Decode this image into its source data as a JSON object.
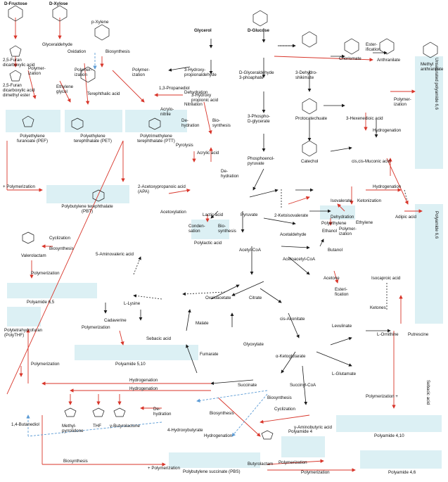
{
  "feedstocks": {
    "fructose": "D-Fructose",
    "xylose": "D-Xylose",
    "xylene": "p-Xylene",
    "glycerol": "Glycerol",
    "glucose": "D-Glucose"
  },
  "compounds": {
    "furan_dicarboxylic": "2,5-Furan\ndicarboxylic acid",
    "furan_dimethyl": "2,5-Furan\ndicarboxylic acid\ndimethyl ester",
    "glyceraldehyde": "Glyceraldehyde",
    "ethylene_glycol": "Ethylene\nglycol",
    "terephthalic": "Terephthalic acid",
    "hydroxypropionaldehyde": "3-Hydroxy-\npropionaldehyde",
    "propanediol": "1,3-Propanediol",
    "acrylonitrile": "Acrylo-\nnitrile",
    "hydroxypropionic": "3-Hydroxy\npropionic acid",
    "g3p": "D-Glyceraldehyde\n3-phoaphate",
    "dehydroshikimate": "3-Dehydro-\nshikimate",
    "chorismate": "Chorismate",
    "anthranilate": "Anthranilate",
    "methyl_anthranilate": "Methyl\nanthranilate",
    "phosphoglycerate": "3-Phospho-\nD-glycerate",
    "protocatechuate": "Protocatechuate",
    "hexenedioic": "3-Hexenedioic acid",
    "pep": "Phosphoenol-\npyruvate",
    "catechol": "Catechol",
    "muconic": "cis,cis-Muconic acid",
    "acrylic": "Acrylic acid",
    "apa": "2-Acetoxypropanoic acid\n(APA)",
    "lactic": "Lactic acid",
    "pyruvate": "Pyruvate",
    "ketoisovalerate": "2-Ketoisovalerate",
    "isovalerate": "Isovalerate",
    "acetaldehyde": "Acetaldehyde",
    "ethanol": "Ethanol",
    "ethylene": "Ethylene",
    "adipic": "Adipic acid",
    "acetylcoa": "Acetyl-CoA",
    "acetoacetylcoa": "Acetoacetyl-CoA",
    "butanol": "Butanol",
    "acetone": "Acetone",
    "isocaproic": "Isocaproic acid",
    "ketones": "Ketones",
    "valerolactam": "Valerolactam",
    "aminovaleric": "5-Aminovaleric acid",
    "lysine": "L-Lysine",
    "cadaverine": "Cadaverine",
    "oxaloacetate": "Oxaloacetate",
    "citrate": "Citrate",
    "malate": "Malate",
    "sebacic": "Sebacic acid",
    "cis_aconitate": "cis-Aconitate",
    "levulinate": "Levulinate",
    "glyoxylate": "Glyoxylate",
    "fumarate": "Fumarate",
    "ornithine": "L-Ornithine",
    "putrescine": "Putrescine",
    "ketoglutarate": "α-Ketoglutarate",
    "glutamate": "L-Glutamate",
    "succinate": "Succinate",
    "succinylcoa": "Succinyl-CoA",
    "gaba": "γ-Aminobutyric acid",
    "butanediol": "1,4-Butanediol",
    "methylpyrrolidone": "Methyl-\npyrrolidone",
    "thf": "THF",
    "butyrolactone": "γ-Butyrolactone",
    "hydroxybutyrate": "4-Hydroxybutyrate",
    "butyrolactam": "Butyrolactam",
    "sebacic_vertical": "Sebacic acid"
  },
  "polymers": {
    "pef": "Polyethylene\nfuranoate (PEF)",
    "pet": "Polyethylene\nterephthalate (PET)",
    "ptt": "Polytrimethylene\nterephthalate (PTT)",
    "pbt": "Polybutylene terephthalate\n(PBT)",
    "pla": "Polylactic acid",
    "polyethylene": "Polyethylene",
    "pa65": "Polyamide 6,5",
    "polythf": "Polytetrahydrofuran\n(PolyTHF)",
    "pa510": "Polyamide 5,10",
    "pbs": "Polybutylene succinate (PBS)",
    "pa4": "Polyamide 4",
    "pa410": "Polyamide 4,10",
    "pa46": "Polyamide 4,6",
    "upa66": "Unsaturated polyamide 6,6",
    "pa66": "Polyamide 6,6"
  },
  "reactions": {
    "oxidation": "Oxidation",
    "biosynthesis": "Biosynthesis",
    "polymerization": "Polymer-\nization",
    "polymerization_full": "Polymerization",
    "plus_polymerization": "+ Polymerization",
    "dehydration": "Dehydration",
    "nitrilation": "Nitrilation",
    "dehydration_split": "De-\nhydration",
    "bio_synthesis_split": "Bio-\nsynthesis",
    "pyrolysis": "Pyrolysis",
    "acetoxylation": "Acetoxylation",
    "condensation": "Conden-\nsation",
    "esterification": "Ester-\nification",
    "esterification2": "Esteri-\nfication",
    "hydrogenation": "Hydrogenation",
    "ketonization": "Ketonization",
    "cyclization": "Cyclization",
    "polymerization_plus": "Polymerization +"
  },
  "colors": {
    "conversion_arrow": "#d8352a",
    "metabolic_arrow": "#1a1a1a",
    "biosynthesis_dashed": "#5b9bd5",
    "polymer_box": "#dcf0f4"
  }
}
